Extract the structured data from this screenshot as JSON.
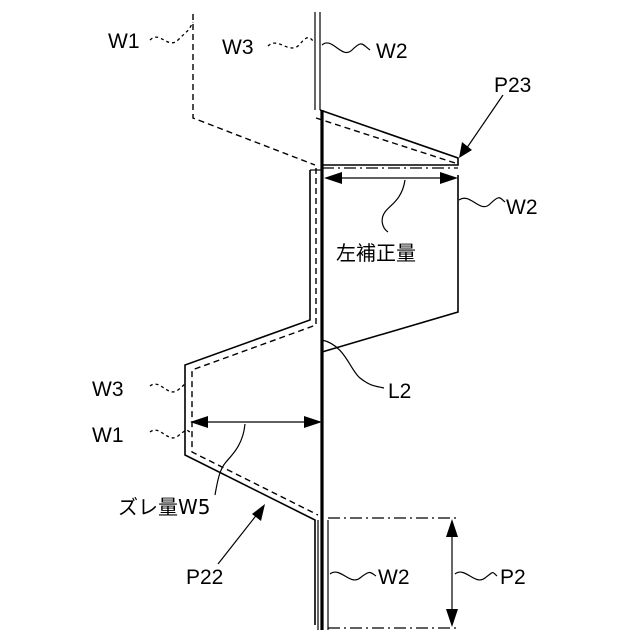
{
  "labels": {
    "w1_top": "W1",
    "w3_top": "W3",
    "w2_top": "W2",
    "p23": "P23",
    "w2_right": "W2",
    "left_correction": "左補正量",
    "l2": "L2",
    "w3_left": "W3",
    "w1_left": "W1",
    "shift_w5": "ズレ量W5",
    "p22": "P22",
    "w2_bottom": "W2",
    "p2": "P2"
  }
}
